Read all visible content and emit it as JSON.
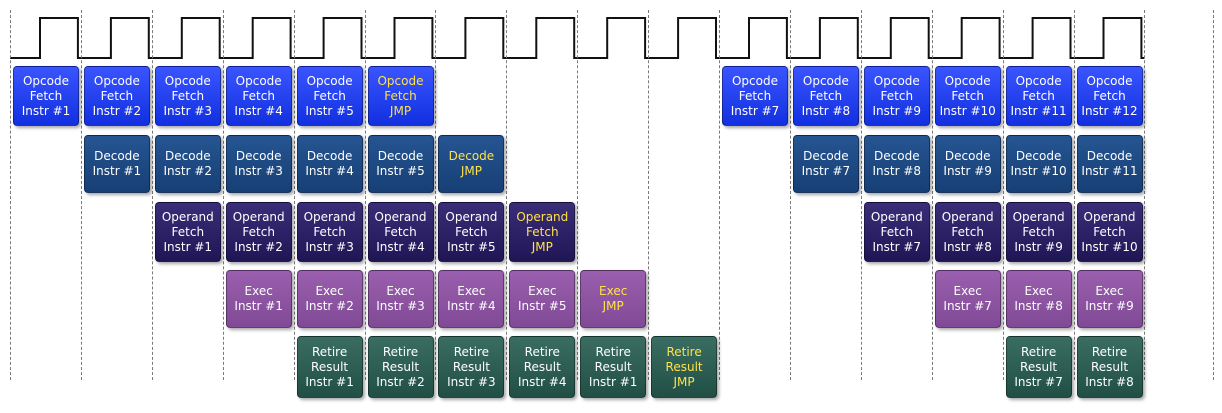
{
  "colors": {
    "opcode_fetch": "#2040f5",
    "decode": "#1f4b87",
    "operand_fetch": "#2c2268",
    "exec": "#8e54a3",
    "retire": "#2d5f55",
    "jmp_text": "#ffe24a",
    "normal_text": "#ffffff",
    "clock_line": "#111111"
  },
  "stages": [
    {
      "key": "opcode_fetch",
      "cells": [
        {
          "slot": 0,
          "lines": [
            "Opcode",
            "Fetch",
            "Instr #1"
          ]
        },
        {
          "slot": 1,
          "lines": [
            "Opcode",
            "Fetch",
            "Instr #2"
          ]
        },
        {
          "slot": 2,
          "lines": [
            "Opcode",
            "Fetch",
            "Instr #3"
          ]
        },
        {
          "slot": 3,
          "lines": [
            "Opcode",
            "Fetch",
            "Instr #4"
          ]
        },
        {
          "slot": 4,
          "lines": [
            "Opcode",
            "Fetch",
            "Instr #5"
          ]
        },
        {
          "slot": 5,
          "lines": [
            "Opcode",
            "Fetch",
            "JMP"
          ],
          "jmp": true
        },
        {
          "slot": 10,
          "lines": [
            "Opcode",
            "Fetch",
            "Instr #7"
          ]
        },
        {
          "slot": 11,
          "lines": [
            "Opcode",
            "Fetch",
            "Instr #8"
          ]
        },
        {
          "slot": 12,
          "lines": [
            "Opcode",
            "Fetch",
            "Instr #9"
          ]
        },
        {
          "slot": 13,
          "lines": [
            "Opcode",
            "Fetch",
            "Instr #10"
          ]
        },
        {
          "slot": 14,
          "lines": [
            "Opcode",
            "Fetch",
            "Instr #11"
          ]
        },
        {
          "slot": 15,
          "lines": [
            "Opcode",
            "Fetch",
            "Instr #12"
          ]
        }
      ]
    },
    {
      "key": "decode",
      "cells": [
        {
          "slot": 1,
          "lines": [
            "Decode",
            "Instr #1"
          ]
        },
        {
          "slot": 2,
          "lines": [
            "Decode",
            "Instr #2"
          ]
        },
        {
          "slot": 3,
          "lines": [
            "Decode",
            "Instr #3"
          ]
        },
        {
          "slot": 4,
          "lines": [
            "Decode",
            "Instr #4"
          ]
        },
        {
          "slot": 5,
          "lines": [
            "Decode",
            "Instr #5"
          ]
        },
        {
          "slot": 6,
          "lines": [
            "Decode",
            "JMP"
          ],
          "jmp": true
        },
        {
          "slot": 11,
          "lines": [
            "Decode",
            "Instr #7"
          ]
        },
        {
          "slot": 12,
          "lines": [
            "Decode",
            "Instr #8"
          ]
        },
        {
          "slot": 13,
          "lines": [
            "Decode",
            "Instr #9"
          ]
        },
        {
          "slot": 14,
          "lines": [
            "Decode",
            "Instr #10"
          ]
        },
        {
          "slot": 15,
          "lines": [
            "Decode",
            "Instr #11"
          ]
        }
      ]
    },
    {
      "key": "operand_fetch",
      "cells": [
        {
          "slot": 2,
          "lines": [
            "Operand",
            "Fetch",
            "Instr #1"
          ]
        },
        {
          "slot": 3,
          "lines": [
            "Operand",
            "Fetch",
            "Instr #2"
          ]
        },
        {
          "slot": 4,
          "lines": [
            "Operand",
            "Fetch",
            "Instr #3"
          ]
        },
        {
          "slot": 5,
          "lines": [
            "Operand",
            "Fetch",
            "Instr #4"
          ]
        },
        {
          "slot": 6,
          "lines": [
            "Operand",
            "Fetch",
            "Instr #5"
          ]
        },
        {
          "slot": 7,
          "lines": [
            "Operand",
            "Fetch",
            "JMP"
          ],
          "jmp": true
        },
        {
          "slot": 12,
          "lines": [
            "Operand",
            "Fetch",
            "Instr #7"
          ]
        },
        {
          "slot": 13,
          "lines": [
            "Operand",
            "Fetch",
            "Instr #8"
          ]
        },
        {
          "slot": 14,
          "lines": [
            "Operand",
            "Fetch",
            "Instr #9"
          ]
        },
        {
          "slot": 15,
          "lines": [
            "Operand",
            "Fetch",
            "Instr #10"
          ]
        }
      ]
    },
    {
      "key": "exec",
      "cells": [
        {
          "slot": 3,
          "lines": [
            "Exec",
            "Instr #1"
          ]
        },
        {
          "slot": 4,
          "lines": [
            "Exec",
            "Instr #2"
          ]
        },
        {
          "slot": 5,
          "lines": [
            "Exec",
            "Instr #3"
          ]
        },
        {
          "slot": 6,
          "lines": [
            "Exec",
            "Instr #4"
          ]
        },
        {
          "slot": 7,
          "lines": [
            "Exec",
            "Instr #5"
          ]
        },
        {
          "slot": 8,
          "lines": [
            "Exec",
            "JMP"
          ],
          "jmp": true
        },
        {
          "slot": 13,
          "lines": [
            "Exec",
            "Instr #7"
          ]
        },
        {
          "slot": 14,
          "lines": [
            "Exec",
            "Instr #8"
          ]
        },
        {
          "slot": 15,
          "lines": [
            "Exec",
            "Instr #9"
          ]
        }
      ]
    },
    {
      "key": "retire",
      "cells": [
        {
          "slot": 4,
          "lines": [
            "Retire",
            "Result",
            "Instr #1"
          ]
        },
        {
          "slot": 5,
          "lines": [
            "Retire",
            "Result",
            "Instr #2"
          ]
        },
        {
          "slot": 6,
          "lines": [
            "Retire",
            "Result",
            "Instr #3"
          ]
        },
        {
          "slot": 7,
          "lines": [
            "Retire",
            "Result",
            "Instr #4"
          ]
        },
        {
          "slot": 8,
          "lines": [
            "Retire",
            "Result",
            "Instr #1"
          ]
        },
        {
          "slot": 9,
          "lines": [
            "Retire",
            "Result",
            "JMP"
          ],
          "jmp": true
        },
        {
          "slot": 14,
          "lines": [
            "Retire",
            "Result",
            "Instr #7"
          ]
        },
        {
          "slot": 15,
          "lines": [
            "Retire",
            "Result",
            "Instr #8"
          ]
        }
      ]
    }
  ]
}
